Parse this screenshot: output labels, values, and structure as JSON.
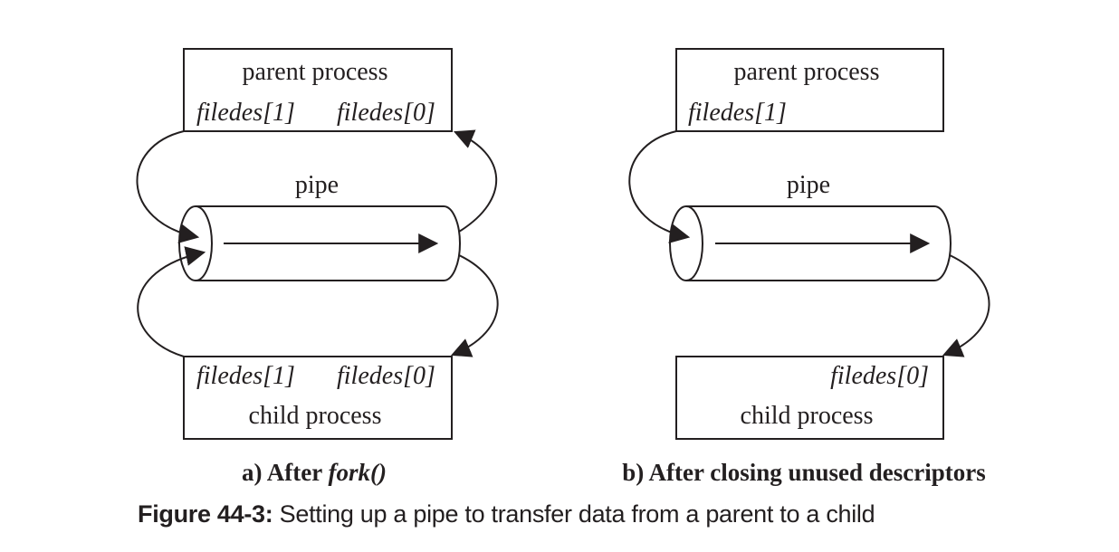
{
  "panel_a": {
    "parent_title": "parent process",
    "parent_fd_write": "filedes[1]",
    "parent_fd_read": "filedes[0]",
    "pipe_label": "pipe",
    "child_fd_write": "filedes[1]",
    "child_fd_read": "filedes[0]",
    "child_title": "child process",
    "subcaption_prefix": "a) After ",
    "subcaption_italic": "fork()"
  },
  "panel_b": {
    "parent_title": "parent process",
    "parent_fd_write": "filedes[1]",
    "pipe_label": "pipe",
    "child_fd_read": "filedes[0]",
    "child_title": "child process",
    "subcaption": "b) After closing unused descriptors"
  },
  "figure": {
    "label": "Figure 44-3:",
    "text": " Setting up a pipe to transfer data from a parent to a child"
  },
  "colors": {
    "ink": "#231f20",
    "background": "#ffffff"
  }
}
